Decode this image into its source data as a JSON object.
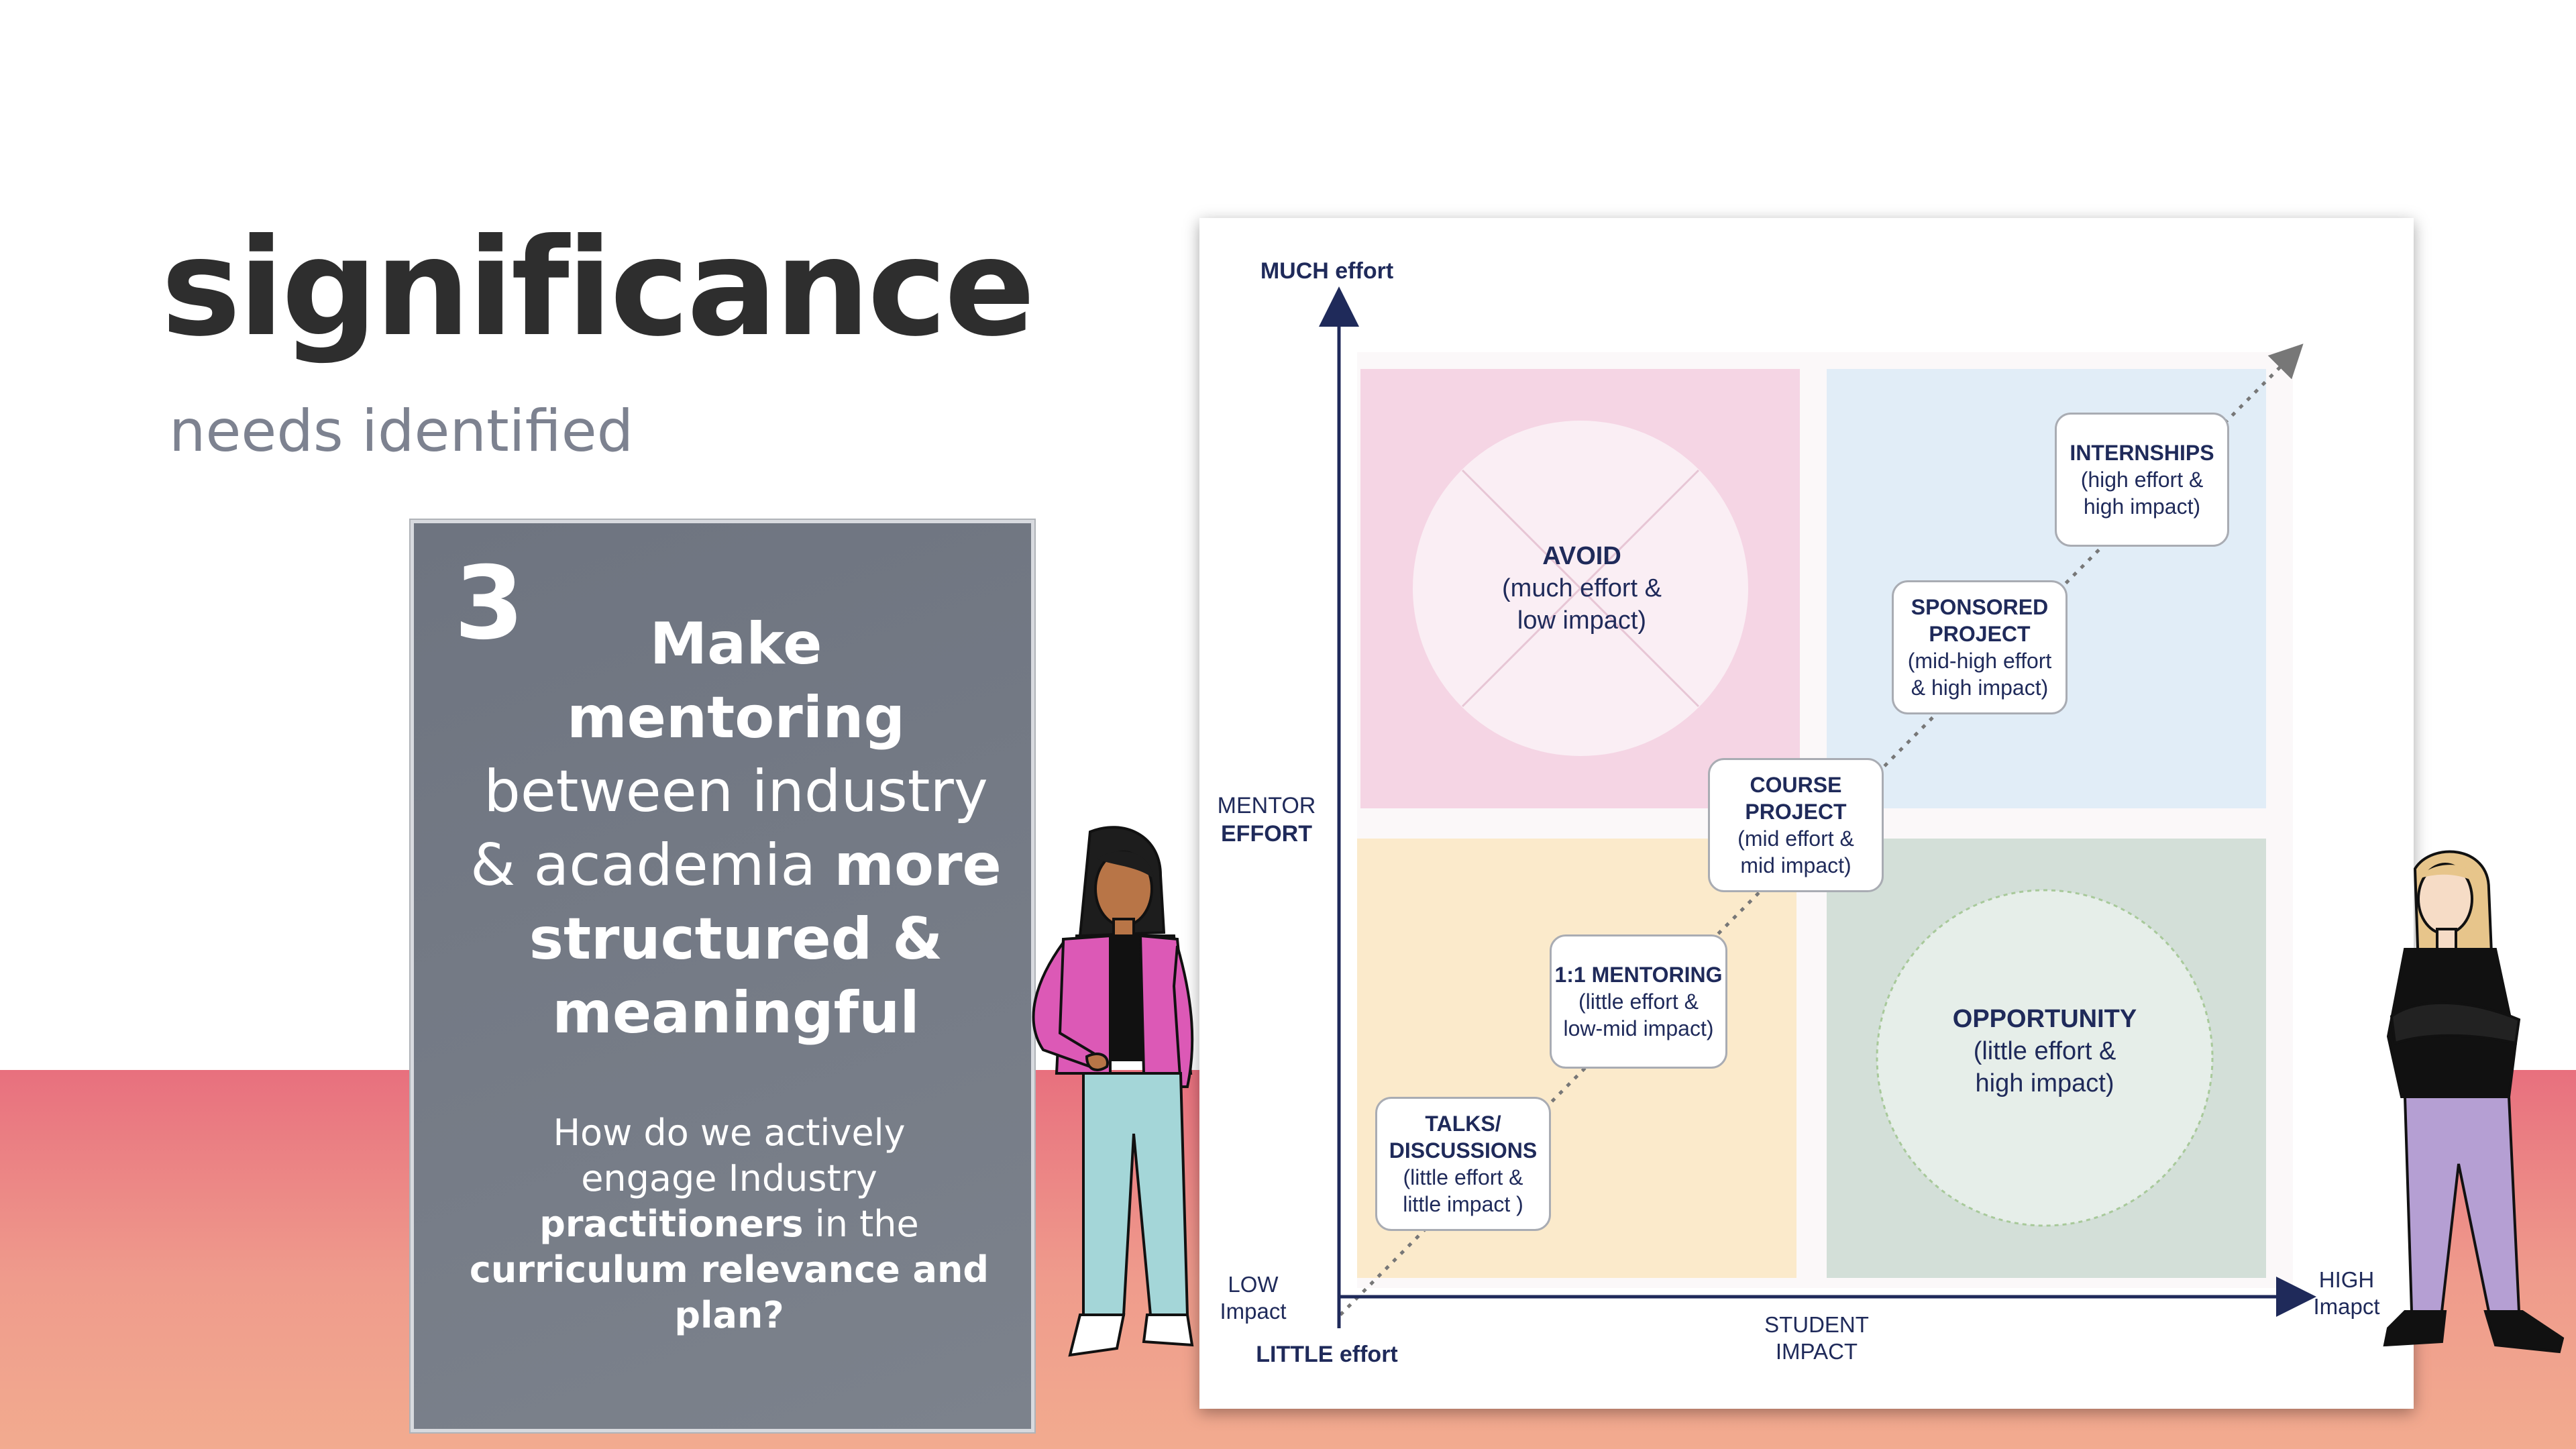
{
  "header": {
    "title": "significance",
    "subtitle": "needs identified"
  },
  "card": {
    "number": "3",
    "headline_1": "Make",
    "headline_2": "mentoring",
    "headline_3": "between industry",
    "headline_4": "& academia",
    "headline_5": "more",
    "headline_6": "structured &",
    "headline_7": "meaningful",
    "question_1": "How do we actively",
    "question_2": "engage Industry",
    "question_3": "practitioners",
    "question_4": "in the",
    "question_5": "curriculum relevance and",
    "question_6": "plan?"
  },
  "matrix": {
    "y_top": "MUCH effort",
    "y_mid_1": "MENTOR",
    "y_mid_2": "EFFORT",
    "y_bottom": "LITTLE effort",
    "x_left_1": "LOW",
    "x_left_2": "Impact",
    "x_mid_1": "STUDENT",
    "x_mid_2": "IMPACT",
    "x_right_1": "HIGH",
    "x_right_2": "Imapct",
    "quadrants": {
      "avoid": {
        "title": "AVOID",
        "line1": "(much effort &",
        "line2": "low impact)"
      },
      "opportunity": {
        "title": "OPPORTUNITY",
        "line1": "(little effort &",
        "line2": "high impact)"
      }
    },
    "nodes": {
      "internships": {
        "t1": "INTERNSHIPS",
        "t2": "",
        "d1": "(high effort &",
        "d2": "high impact)"
      },
      "sponsored": {
        "t1": "SPONSORED",
        "t2": "PROJECT",
        "d1": "(mid-high effort",
        "d2": "& high impact)"
      },
      "course": {
        "t1": "COURSE",
        "t2": "PROJECT",
        "d1": "(mid effort &",
        "d2": "mid impact)"
      },
      "mentoring": {
        "t1": "1:1 MENTORING",
        "t2": "",
        "d1": "(little effort &",
        "d2": "low-mid impact)"
      },
      "talks": {
        "t1": "TALKS/",
        "t2": "DISCUSSIONS",
        "d1": "(little effort &",
        "d2": "little impact )"
      }
    },
    "colors": {
      "avoid": "#f5d5e4",
      "high_high": "#e1edf7",
      "low_low": "#fbeacb",
      "opportunity": "#d3dfd8",
      "axis": "#1f2a5a"
    }
  }
}
